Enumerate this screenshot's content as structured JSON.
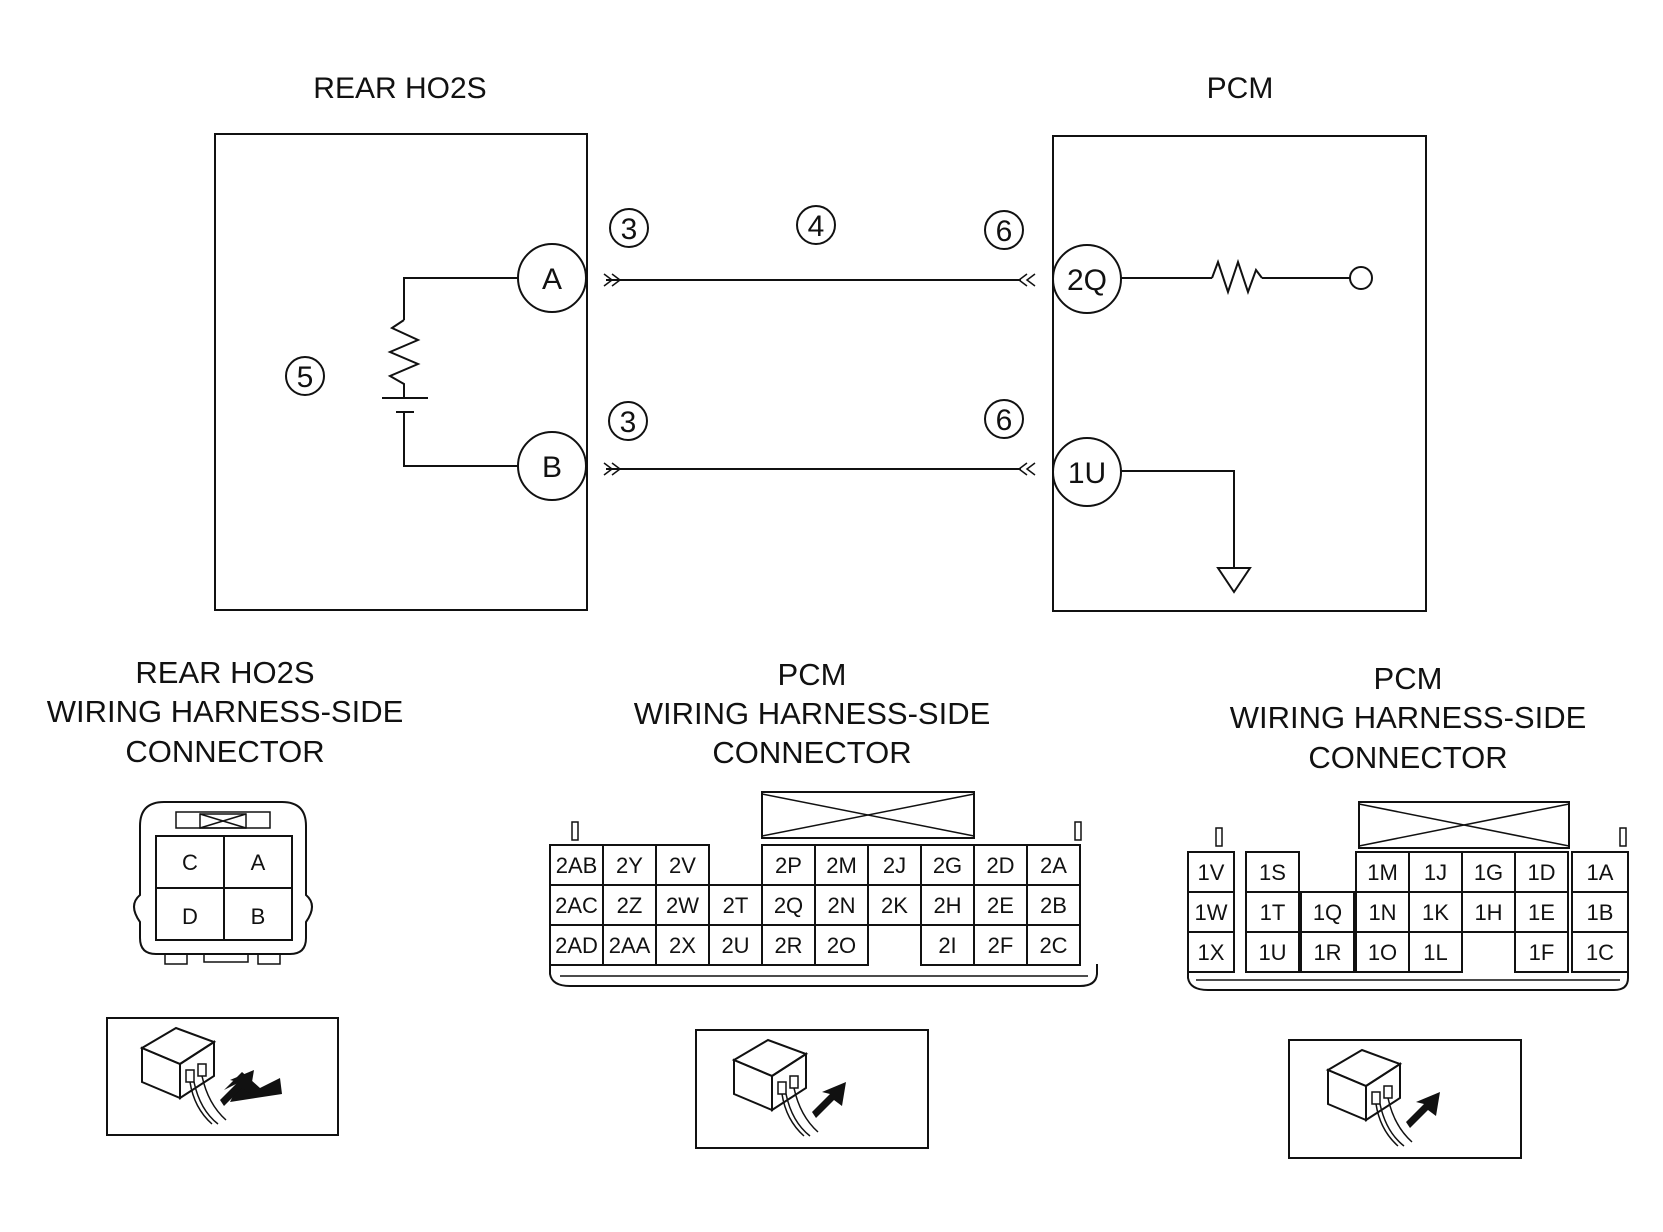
{
  "schematic": {
    "sensor_title": "REAR HO2S",
    "pcm_title": "PCM",
    "sensor_pins": [
      "A",
      "B"
    ],
    "pcm_pins": [
      "2Q",
      "1U"
    ],
    "callouts": {
      "connector_top": "3",
      "connector_bottom": "3",
      "wire": "4",
      "sensor_internal": "5",
      "pcm_top": "6",
      "pcm_bottom": "6"
    }
  },
  "connectors": [
    {
      "title": [
        "REAR HO2S",
        "WIRING HARNESS-SIDE",
        "CONNECTOR"
      ],
      "pins": [
        "C",
        "A",
        "D",
        "B"
      ]
    },
    {
      "title": [
        "PCM",
        "WIRING HARNESS-SIDE",
        "CONNECTOR"
      ],
      "rows": [
        [
          "2AB",
          "2Y",
          "2V",
          "",
          "2P",
          "2M",
          "2J",
          "2G",
          "2D",
          "2A"
        ],
        [
          "2AC",
          "2Z",
          "2W",
          "2T",
          "2Q",
          "2N",
          "2K",
          "2H",
          "2E",
          "2B"
        ],
        [
          "2AD",
          "2AA",
          "2X",
          "2U",
          "2R",
          "2O",
          "",
          "2I",
          "2F",
          "2C"
        ]
      ]
    },
    {
      "title": [
        "PCM",
        "WIRING HARNESS-SIDE",
        "CONNECTOR"
      ],
      "rows": [
        [
          "1V",
          "1S",
          "",
          "1M",
          "1J",
          "1G",
          "1D",
          "1A"
        ],
        [
          "1W",
          "1T",
          "1Q",
          "1N",
          "1K",
          "1H",
          "1E",
          "1B"
        ],
        [
          "1X",
          "1U",
          "1R",
          "1O",
          "1L",
          "",
          "1F",
          "1C"
        ]
      ]
    }
  ]
}
